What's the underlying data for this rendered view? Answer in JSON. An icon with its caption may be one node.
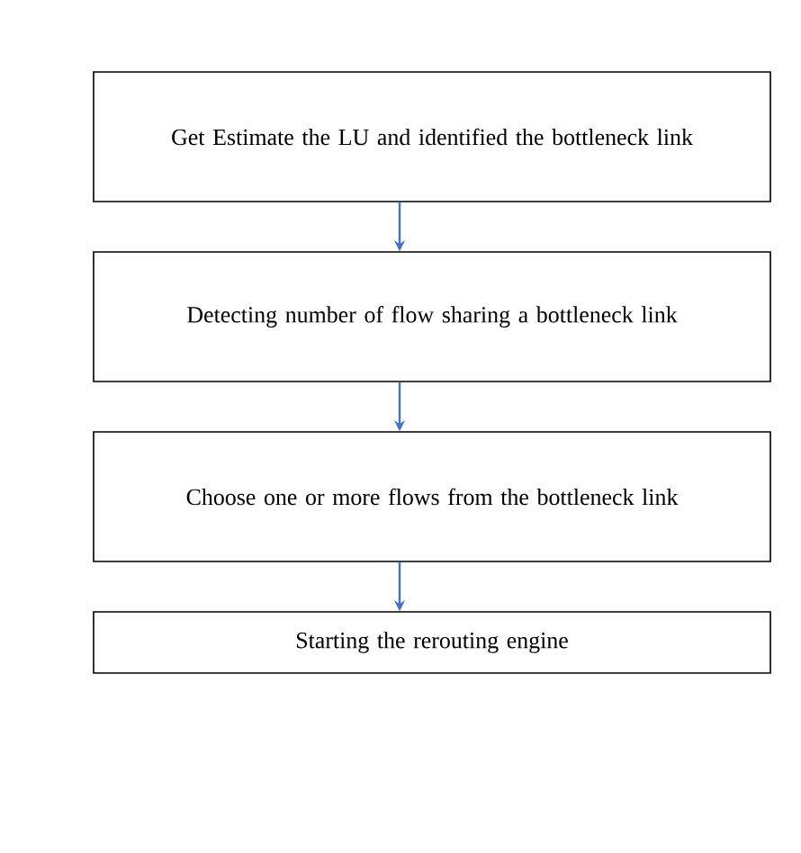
{
  "diagram": {
    "nodes": [
      {
        "text": [
          "Get Estimate the LU and identified the bottleneck link"
        ]
      },
      {
        "text": [
          "Detecting number of flow sharing a bottleneck link"
        ]
      },
      {
        "text": [
          "Choose one or more flows from the bottleneck link"
        ]
      },
      {
        "text": [
          "Starting the rerouting engine"
        ]
      }
    ],
    "edges": [
      {
        "from": 0,
        "to": 1,
        "arrow": "to"
      },
      {
        "from": 1,
        "to": 2,
        "arrow": "to"
      },
      {
        "from": 2,
        "to": 3,
        "arrow": "to"
      }
    ]
  }
}
